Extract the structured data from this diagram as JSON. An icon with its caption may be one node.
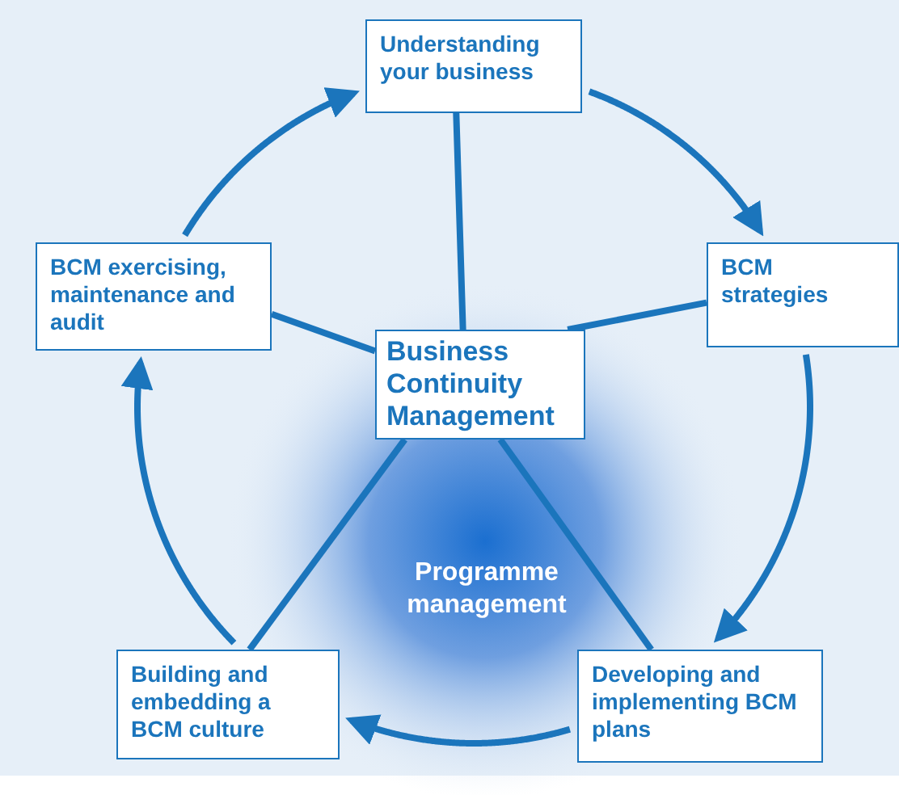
{
  "diagram": {
    "nodes": [
      {
        "text": [
          "Understanding your business"
        ]
      },
      {
        "text": [
          "BCM strategies"
        ]
      },
      {
        "text": [
          "Developing and implementing BCM plans"
        ]
      },
      {
        "text": [
          "Building and embedding a BCM culture"
        ]
      },
      {
        "text": [
          "BCM exercising, maintenance and audit"
        ]
      },
      {
        "text": [
          "Business Continuity Management"
        ]
      }
    ],
    "edges": [
      {
        "from": 0,
        "to": 1,
        "arrow": "to"
      },
      {
        "from": 1,
        "to": 2,
        "arrow": "to"
      },
      {
        "from": 2,
        "to": 3,
        "arrow": "to"
      },
      {
        "from": 3,
        "to": 4,
        "arrow": "to"
      },
      {
        "from": 4,
        "to": 0,
        "arrow": "to"
      },
      {
        "from": 5,
        "to": 0,
        "arrow": "none"
      },
      {
        "from": 5,
        "to": 1,
        "arrow": "none"
      },
      {
        "from": 5,
        "to": 2,
        "arrow": "none"
      },
      {
        "from": 5,
        "to": 3,
        "arrow": "none"
      },
      {
        "from": 5,
        "to": 4,
        "arrow": "none"
      }
    ],
    "labels": [
      "Programme management"
    ]
  }
}
